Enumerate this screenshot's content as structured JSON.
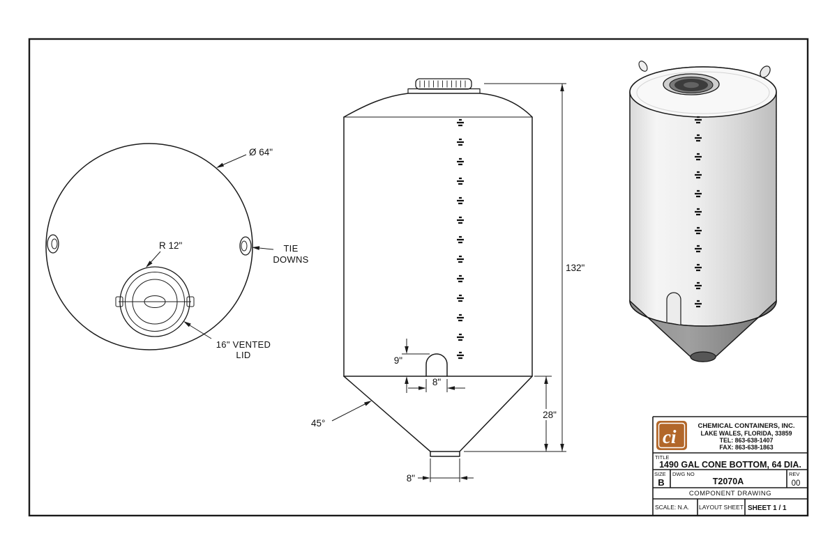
{
  "colors": {
    "line": "#1a1a1a",
    "logo": "#b2672a",
    "sheet_highlight": "#1b44c8",
    "tank_body": "#e6e6e6",
    "tank_cone": "#8a8a8a"
  },
  "top_view": {
    "diameter_label": "Ø 64\"",
    "radius_label": "R 12\"",
    "tie_downs_line1": "TIE",
    "tie_downs_line2": "DOWNS",
    "vented_lid_line1": "16\" VENTED",
    "vented_lid_line2": "LID"
  },
  "front_view": {
    "overall_height": "132\"",
    "cone_height": "28\"",
    "fitting_height": "9\"",
    "fitting_width": "8\"",
    "outlet_width": "8\"",
    "cone_angle": "45°"
  },
  "title_block": {
    "company_name": "CHEMICAL CONTAINERS, INC.",
    "company_address": "LAKE WALES, FLORIDA, 33859",
    "company_tel": "TEL: 863-638-1407",
    "company_fax": "FAX: 863-638-1863",
    "title_label": "TITLE",
    "drawing_title": "1490 GAL CONE BOTTOM, 64 DIA.",
    "size_label": "SIZE",
    "size_value": "B",
    "dwg_no_label": "DWG NO",
    "dwg_no_value": "T2070A",
    "rev_label": "REV",
    "rev_value": "00",
    "drawing_type": "COMPONENT DRAWING",
    "scale_text": "SCALE: N.A.",
    "layout_text": "LAYOUT SHEET",
    "sheet_text": "SHEET 1 / 1",
    "logo_text": "ci"
  }
}
